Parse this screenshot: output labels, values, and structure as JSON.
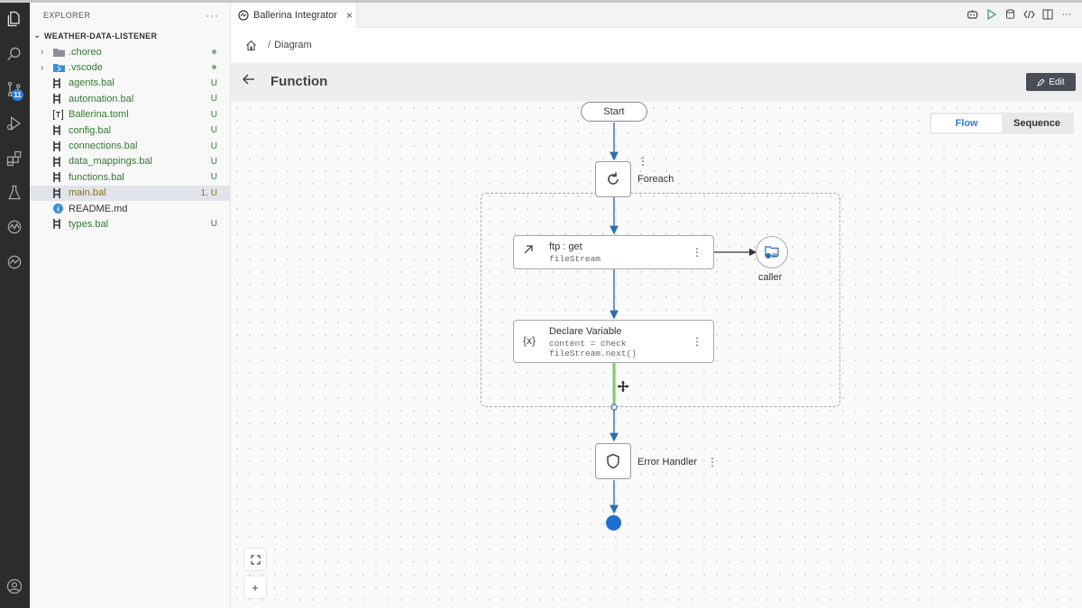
{
  "explorer": {
    "title": "EXPLORER",
    "more": "···",
    "root": "WEATHER-DATA-LISTENER",
    "files": [
      {
        "name": ".choreo",
        "type": "folder",
        "status": "dot"
      },
      {
        "name": ".vscode",
        "type": "folder-vscode",
        "status": "dot"
      },
      {
        "name": "agents.bal",
        "type": "bal",
        "status": "U"
      },
      {
        "name": "automation.bal",
        "type": "bal",
        "status": "U"
      },
      {
        "name": "Ballerina.toml",
        "type": "toml",
        "status": "U"
      },
      {
        "name": "config.bal",
        "type": "bal",
        "status": "U"
      },
      {
        "name": "connections.bal",
        "type": "bal",
        "status": "U"
      },
      {
        "name": "data_mappings.bal",
        "type": "bal",
        "status": "U"
      },
      {
        "name": "functions.bal",
        "type": "bal",
        "status": "U"
      },
      {
        "name": "main.bal",
        "type": "bal",
        "status": "1, U"
      },
      {
        "name": "README.md",
        "type": "info",
        "status": ""
      },
      {
        "name": "types.bal",
        "type": "bal",
        "status": "U"
      }
    ]
  },
  "activity": {
    "scm_badge": "11"
  },
  "tab": {
    "label": "Ballerina Integrator",
    "close": "×"
  },
  "breadcrumb": {
    "sep": "/",
    "current": "Diagram"
  },
  "header": {
    "title": "Function",
    "edit_label": "Edit"
  },
  "view_toggle": {
    "flow": "Flow",
    "sequence": "Sequence",
    "selected": "Flow"
  },
  "diagram": {
    "start": "Start",
    "foreach": "Foreach",
    "ftp_title": "ftp : get",
    "ftp_sub": "fileStream",
    "declare_title": "Declare Variable",
    "declare_sub1": "content = check",
    "declare_sub2": "fileStream.next()",
    "caller": "caller",
    "error_handler": "Error Handler"
  },
  "colors": {
    "accent": "#1f6fcf",
    "wire": "#2c6fb0",
    "highlight": "#7cc96a",
    "git_green": "#2f7a2f"
  }
}
